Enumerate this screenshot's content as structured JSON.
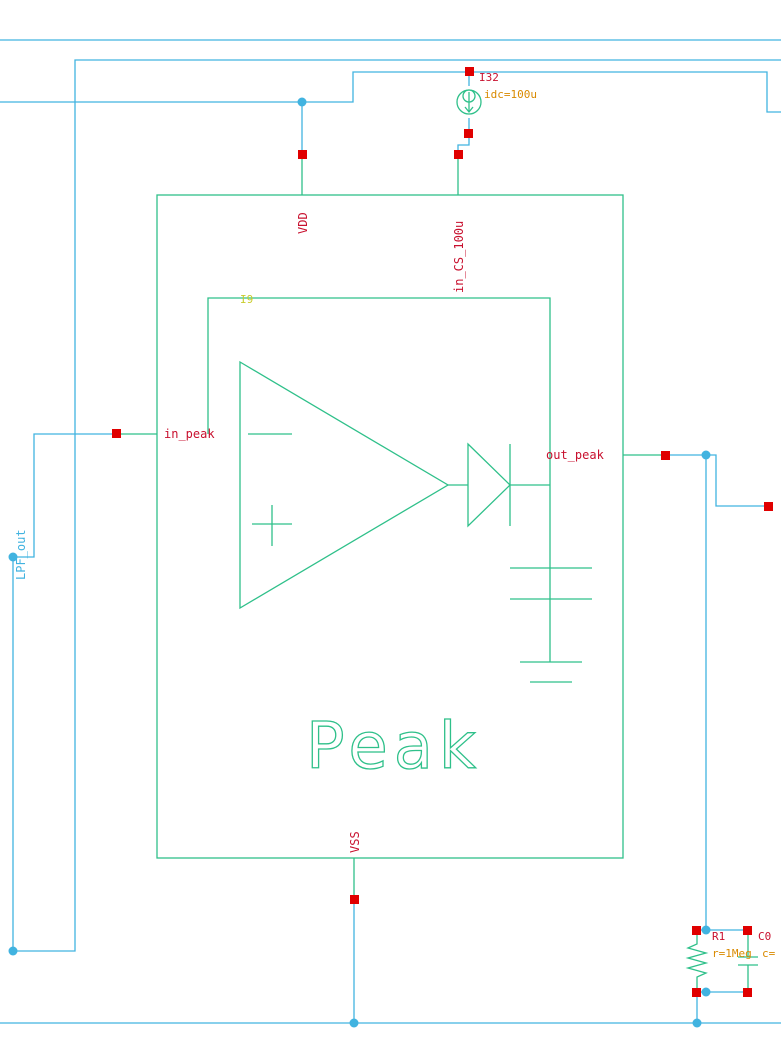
{
  "symbol": {
    "cell_name": "Peak",
    "instance": "I9",
    "pins": {
      "vdd": "VDD",
      "bias": "in_CS_100u",
      "input": "in_peak",
      "output": "out_peak",
      "vss": "VSS"
    }
  },
  "current_source": {
    "instance": "I32",
    "param": "idc=100u"
  },
  "resistor": {
    "instance": "R1",
    "param": "r=1Meg"
  },
  "capacitor": {
    "instance": "C0",
    "param": "c="
  },
  "nets": {
    "lpf": "LPF_out"
  },
  "colors": {
    "wire": "#41b3e0",
    "symbol": "#2fc08a",
    "pin_marker": "#e00000",
    "pin_text": "#c8102e",
    "param_text": "#d98a00"
  }
}
